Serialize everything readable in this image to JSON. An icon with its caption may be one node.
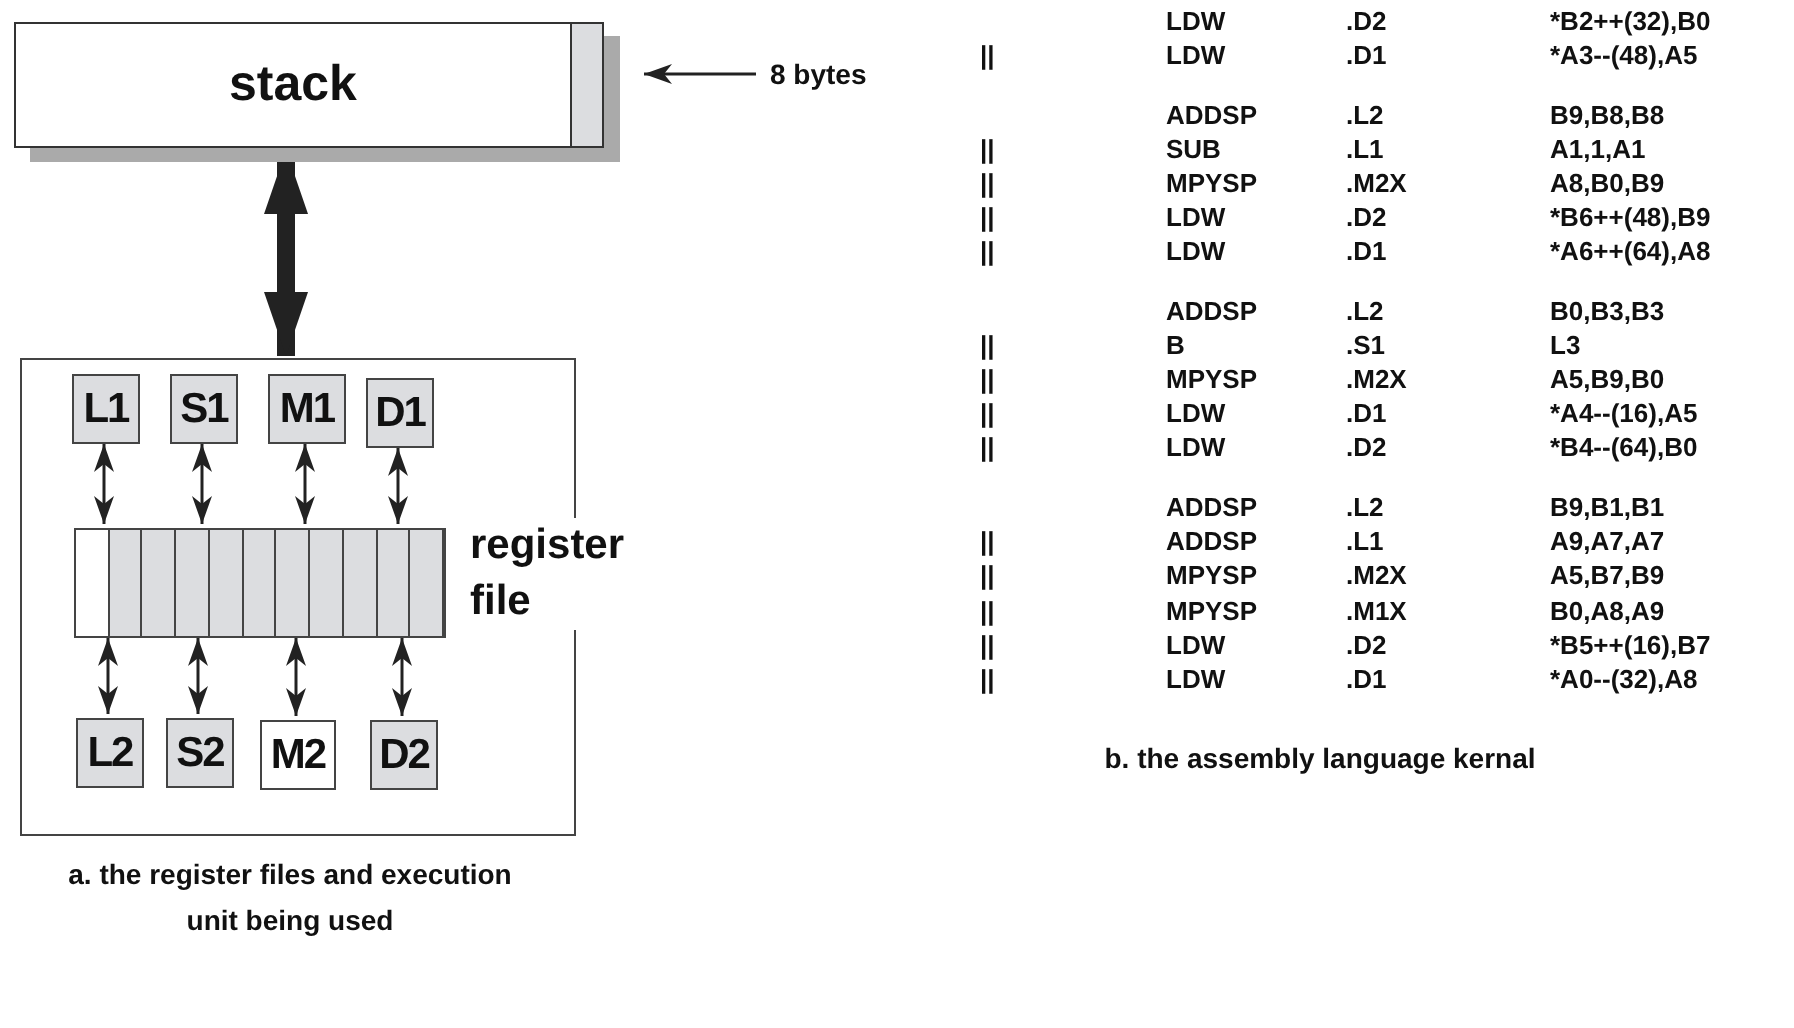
{
  "diagram": {
    "nodes": [
      {
        "text": [
          "stack"
        ]
      },
      {
        "text": [
          "8 bytes"
        ]
      },
      {
        "text": [],
        "shape": "box"
      },
      {
        "text": [
          "L1"
        ],
        "in": 2
      },
      {
        "text": [
          "S1"
        ],
        "in": 2
      },
      {
        "text": [
          "M1"
        ],
        "in": 2
      },
      {
        "text": [
          "D1"
        ],
        "in": 2
      },
      {
        "text": [],
        "shape": "bar",
        "in": 2,
        "beside": [
          "register file"
        ]
      },
      {
        "text": [
          "L2"
        ],
        "in": 2
      },
      {
        "text": [
          "S2"
        ],
        "in": 2
      },
      {
        "text": [
          "M2"
        ],
        "in": 2
      },
      {
        "text": [
          "D2"
        ],
        "in": 2
      }
    ],
    "edges": [
      {
        "from": 1,
        "to": 0,
        "arrow": "to"
      },
      {
        "from": 0,
        "to": 2,
        "arrow": "both",
        "style": "thick"
      },
      {
        "from": 3,
        "to": 7,
        "arrow": "both"
      },
      {
        "from": 4,
        "to": 7,
        "arrow": "both"
      },
      {
        "from": 5,
        "to": 7,
        "arrow": "both"
      },
      {
        "from": 6,
        "to": 7,
        "arrow": "both"
      },
      {
        "from": 7,
        "to": 8,
        "arrow": "both"
      },
      {
        "from": 7,
        "to": 9,
        "arrow": "both"
      },
      {
        "from": 7,
        "to": 10,
        "arrow": "both"
      },
      {
        "from": 7,
        "to": 11,
        "arrow": "both"
      }
    ],
    "labels": [
      "a. the register files and execution unit being used",
      "LDW",
      ".D2",
      "*B2++(32),B0",
      "||",
      "LDW",
      ".D1",
      "*A3--(48),A5",
      "ADDSP",
      ".L2",
      "B9,B8,B8",
      "||",
      "SUB",
      ".L1",
      "A1,1,A1",
      "||",
      "MPYSP",
      ".M2X",
      "A8,B0,B9",
      "||",
      "LDW",
      ".D2",
      "*B6++(48),B9",
      "||",
      "LDW",
      ".D1",
      "*A6++(64),A8",
      "ADDSP",
      ".L2",
      "B0,B3,B3",
      "||",
      "B",
      ".S1",
      "L3",
      "||",
      "MPYSP",
      ".M2X",
      "A5,B9,B0",
      "||",
      "LDW",
      ".D1",
      "*A4--(16),A5",
      "||",
      "LDW",
      ".D2",
      "*B4--(64),B0",
      "ADDSP",
      ".L2",
      "B9,B1,B1",
      "||",
      "ADDSP",
      ".L1",
      "A9,A7,A7",
      "||",
      "MPYSP",
      ".M2X",
      "A5,B7,B9",
      "||",
      "MPYSP",
      ".M1X",
      "B0,A8,A9",
      "||",
      "LDW",
      ".D2",
      "*B5++(16),B7",
      "||",
      "LDW",
      ".D1",
      "*A0--(32),A8",
      "b. the assembly language kernal"
    ]
  }
}
